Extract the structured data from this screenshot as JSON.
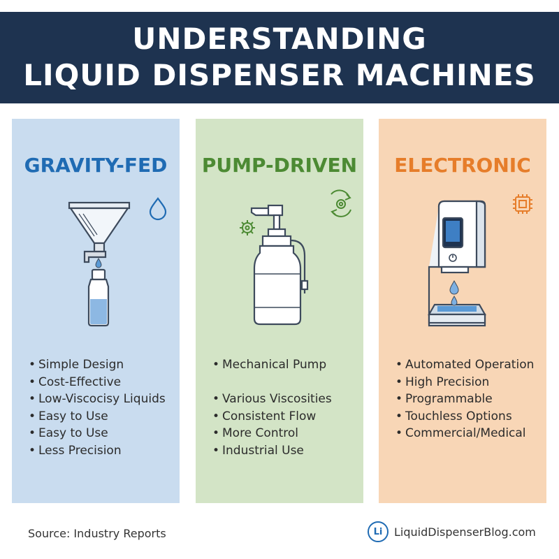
{
  "header": {
    "line1": "UNDERSTANDING",
    "line2": "LIQUID DISPENSER MACHINES"
  },
  "columns": [
    {
      "title": "GRAVITY-FED",
      "icon": "droplet-icon",
      "illustration": "funnel-bottle-illustration",
      "items": [
        "Simple Design",
        "Cost-Effective",
        "Low-Viscocisy Liquids",
        "Easy to Use",
        "Easy to Use",
        "Less Precision"
      ]
    },
    {
      "title": "PUMP-DRIVEN",
      "icon": "gear-cycle-icon",
      "illustration": "pump-bottle-illustration",
      "items": [
        "Mechanical Pump",
        "Various Viscosities",
        "Consistent Flow",
        "More Control",
        "Industrial Use"
      ]
    },
    {
      "title": "ELECTRONIC",
      "icon": "chip-icon",
      "illustration": "electronic-dispenser-illustration",
      "items": [
        "Automated Operation",
        "High Precision",
        "Programmable",
        "Touchless Options",
        "Commercial/Medical"
      ]
    }
  ],
  "footer": {
    "source": "Source: Industry Reports",
    "logo_text": "Li",
    "site": "LiquidDispenserBlog.com"
  },
  "colors": {
    "header_bg": "#1e3350",
    "gravity_bg": "#c9dcef",
    "pump_bg": "#d3e4c6",
    "electronic_bg": "#f8d6b6",
    "gravity_accent": "#1f6bb3",
    "pump_accent": "#4c8a33",
    "electronic_accent": "#e67d2a"
  }
}
